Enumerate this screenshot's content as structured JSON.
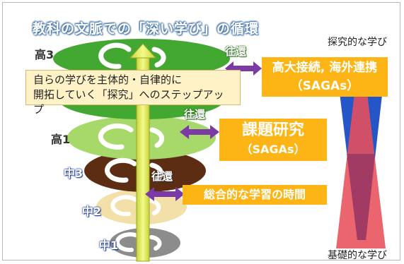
{
  "title": "教科の文脈での「深い学び」の循環",
  "levels": [
    "高3",
    "高1",
    "中3",
    "中2",
    "中1"
  ],
  "exchange_label": "往還",
  "callout": {
    "line1": "自らの学びを主体的・自律的に",
    "line2": "開拓していく「探究」へのステップアップ"
  },
  "boxes": {
    "top": {
      "line1": "高大接続, 海外連携",
      "line2": "（SAGAs）"
    },
    "middle": {
      "line1": "課題研究",
      "line2": "（SAGAs）"
    },
    "bottom": {
      "line1": "総合的な学習の時間"
    }
  },
  "side": {
    "top_label": "探究的な学び",
    "bottom_label": "基礎的な学び"
  },
  "colors": {
    "green": "#43a832",
    "light_green": "#a6d96a",
    "brown": "#5c2d12",
    "beige": "#f3dfa8",
    "gray": "#8c8c8c",
    "arrow": "#e8f26a",
    "purple": "#7c3aa6",
    "box_orange": "#fcb515",
    "bar_blue": "#2456c8",
    "bar_red": "#e8505b"
  }
}
